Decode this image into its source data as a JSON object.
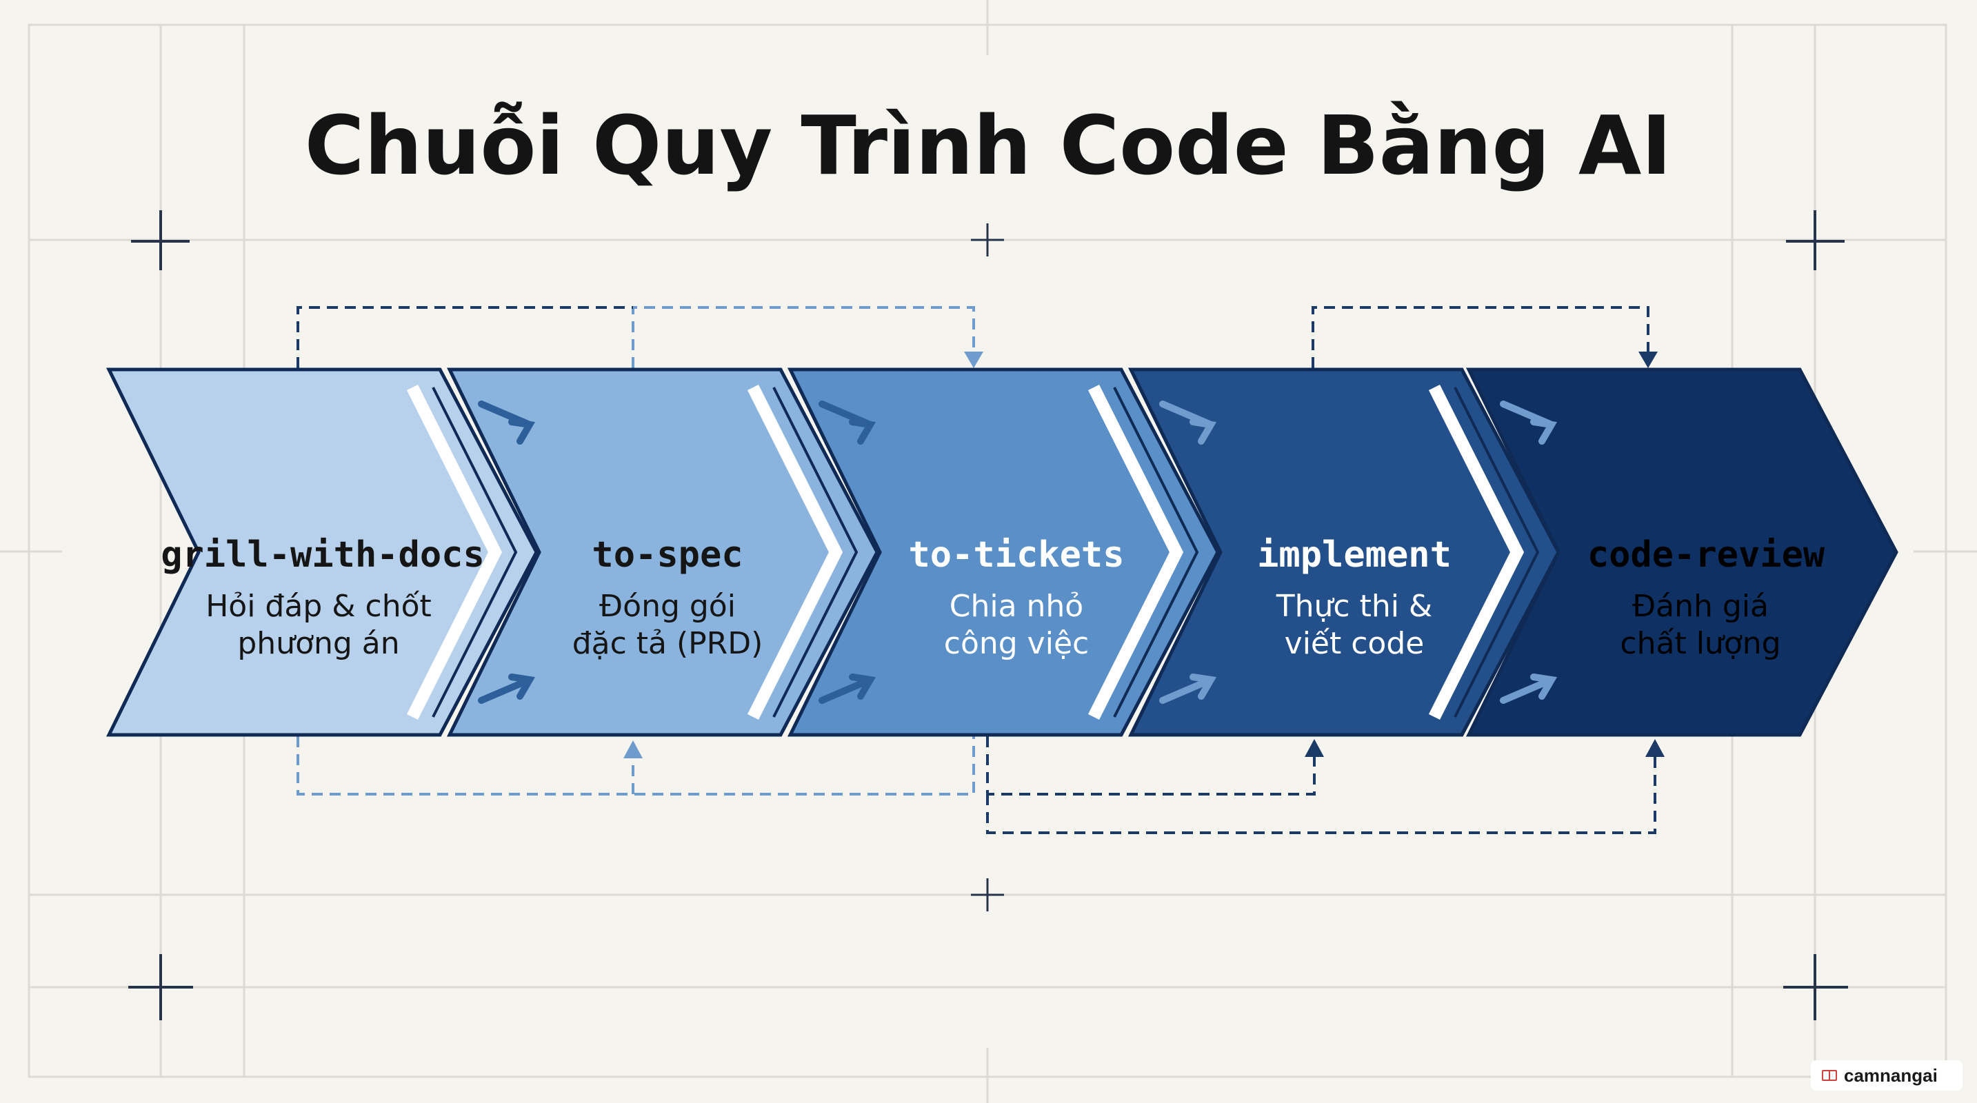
{
  "title": "Chuỗi Quy Trình Code Bằng AI",
  "steps": [
    {
      "name": "grill-with-docs",
      "line1": "Hỏi đáp & chốt",
      "line2": "phương án",
      "fill": "#b7d1ec",
      "text_color": "#151515"
    },
    {
      "name": "to-spec",
      "line1": "Đóng gói",
      "line2": "đặc tả (PRD)",
      "fill": "#8ab4de",
      "text_color": "#151515"
    },
    {
      "name": "to-tickets",
      "line1": "Chia nhỏ",
      "line2": "công việc",
      "fill": "#5b8fc7",
      "text_color": "#151515"
    },
    {
      "name": "implement",
      "line1": "Thực thi &",
      "line2": "viết code",
      "fill": "#23508a",
      "text_color": "#ffffff"
    },
    {
      "name": "code-review",
      "line1": "Đánh giá",
      "line2": "chất lượng",
      "fill": "#0f3062",
      "text_color": "#ffffff"
    }
  ],
  "colors": {
    "background": "#f5f4ef",
    "outline": "#0e2a55",
    "connector_light": "#6f9ccd",
    "connector_dark": "#1c3a66",
    "grid": "#dcdad3",
    "crosshair": "#26334a"
  },
  "watermark": {
    "text": "camnangai",
    "icon": "book-icon"
  }
}
